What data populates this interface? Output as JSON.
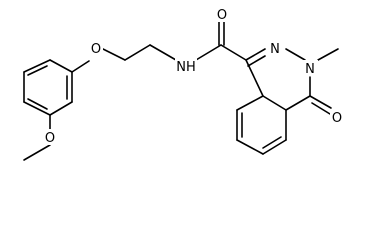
{
  "molecule": {
    "atoms": {
      "o_methoxy": "O",
      "o_ether": "O",
      "nh_amide": "NH",
      "o_carbonyl_amide": "O",
      "n2": "N",
      "n3": "N",
      "o_oxo": "O"
    },
    "colors": {
      "bond": "#000000",
      "label": "#000000",
      "background": "#ffffff"
    }
  }
}
